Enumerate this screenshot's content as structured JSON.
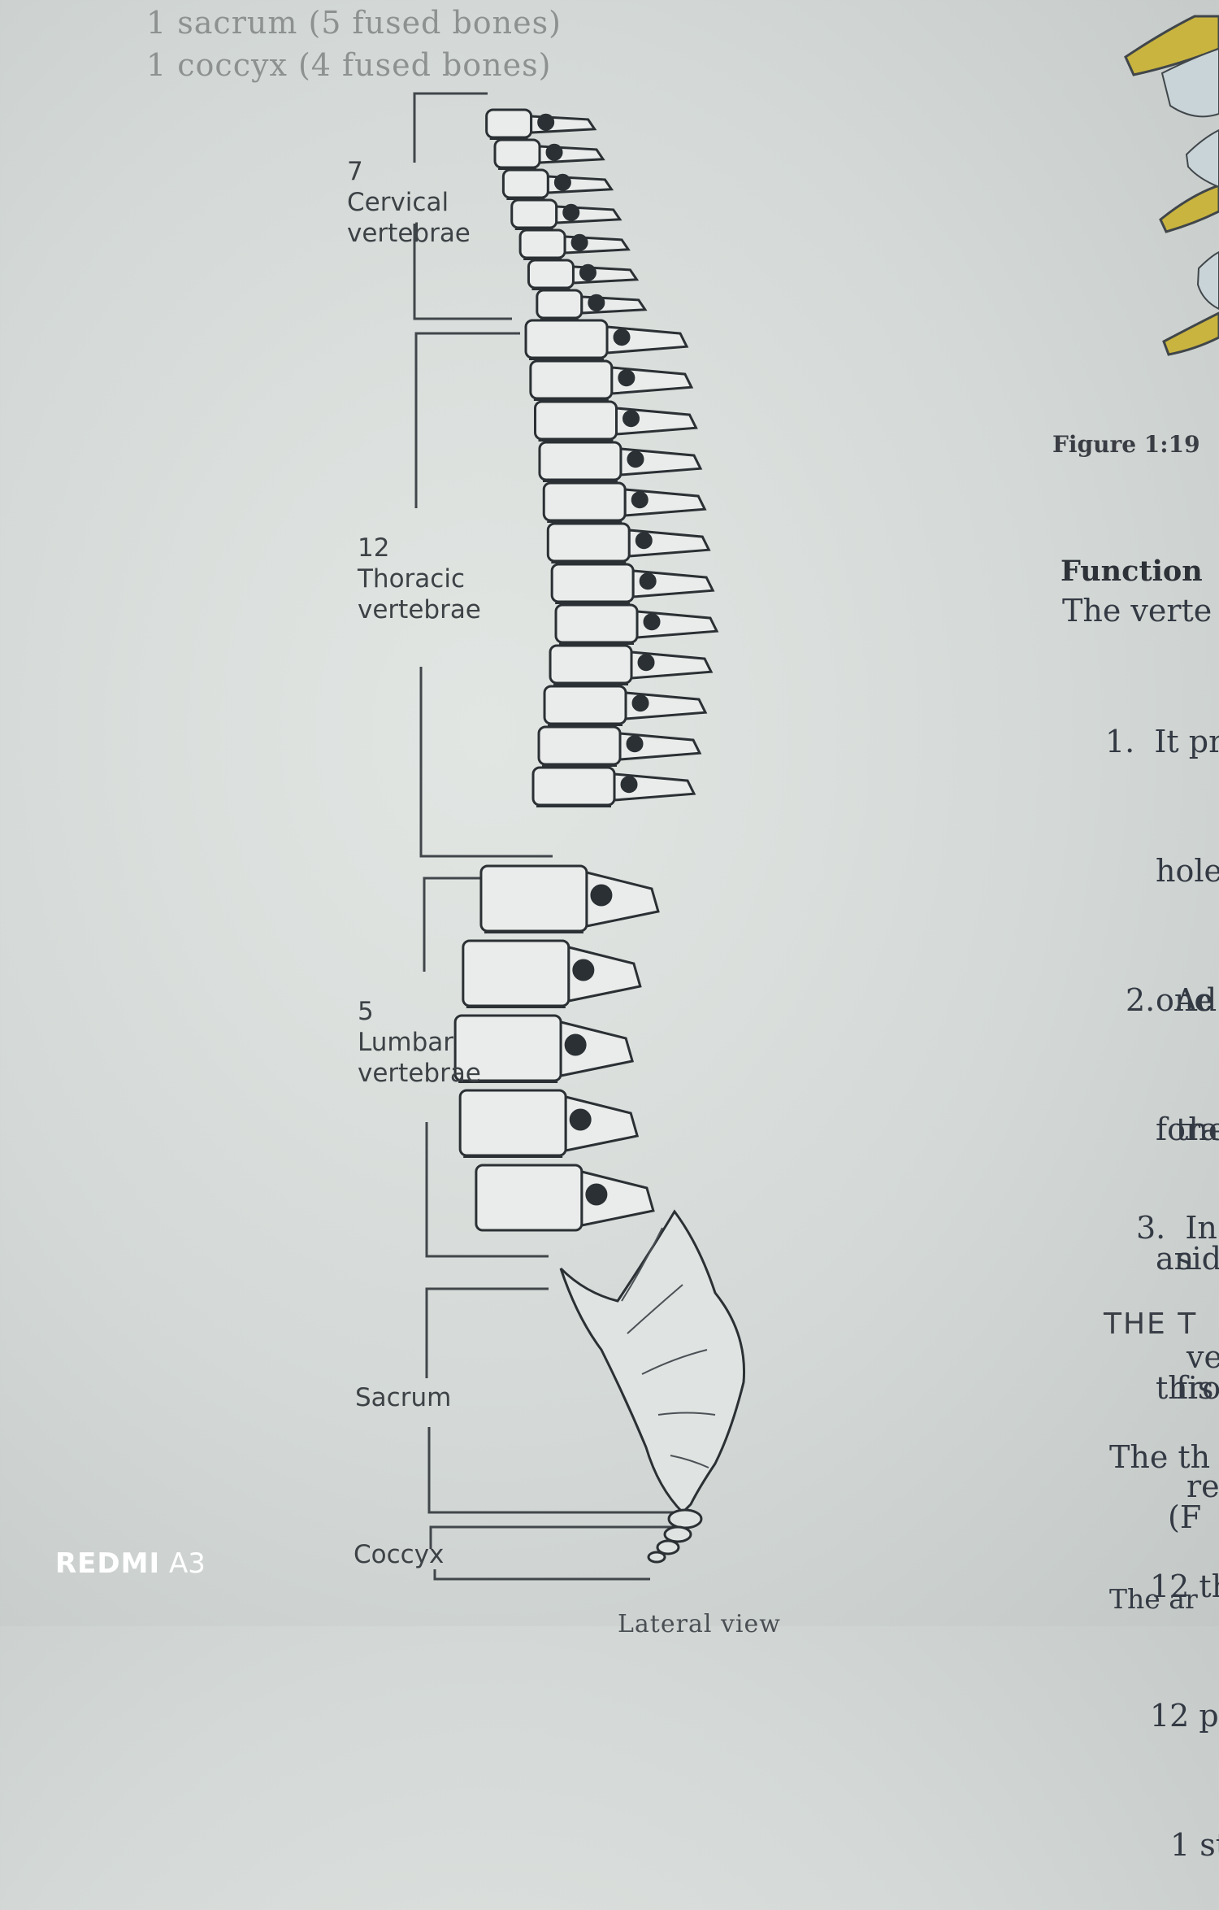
{
  "top_lines": [
    "1 sacrum (5 fused bones)",
    "1 coccyx (4 fused bones)"
  ],
  "regions": [
    {
      "number": "7",
      "name": "Cervical",
      "word": "vertebrae"
    },
    {
      "number": "12",
      "name": "Thoracic",
      "word": "vertebrae"
    },
    {
      "number": "5",
      "name": "Lumbar",
      "word": "vertebrae"
    },
    {
      "name": "Sacrum"
    },
    {
      "name": "Coccyx"
    }
  ],
  "figure_caption": "Figure 1:19",
  "right_column": {
    "heading": "Function",
    "intro": "The verte",
    "item1_lines": [
      "1.  It pr",
      "hole",
      "one",
      "fora",
      "an",
      "this"
    ],
    "item2_lines": [
      "2.  Ad",
      "the",
      "sid",
      "fro",
      "(F"
    ],
    "item3_lines": [
      "3.  In",
      "ve",
      "re"
    ],
    "section_heading": "THE T",
    "section_lines": [
      "The th",
      "12 th",
      "12 p",
      "1 st"
    ],
    "bottom_line": "The ar"
  },
  "bottom_caption": "Lateral view",
  "watermark": {
    "brand": "REDMI",
    "model": "A3"
  }
}
